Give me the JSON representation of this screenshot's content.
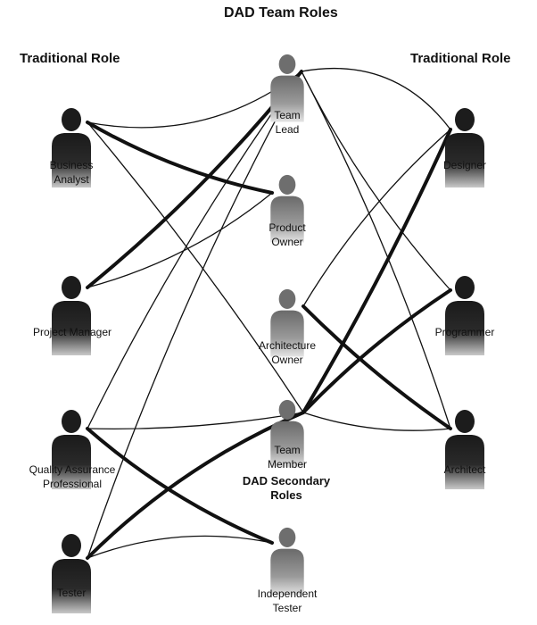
{
  "title": "DAD Team Roles",
  "headings": {
    "left": "Traditional Role",
    "right": "Traditional Role",
    "secondary": [
      "DAD Secondary",
      "Roles"
    ]
  },
  "colors": {
    "background": "#ffffff",
    "line": "#111111",
    "traditional_figure_dark": "#1a1a1a",
    "traditional_figure_light": "#c8c8c8",
    "dad_figure_dark": "#5a5a5a",
    "dad_figure_light": "#dddddd"
  },
  "roles": {
    "business_analyst": {
      "lines": [
        "Business",
        "Analyst"
      ],
      "figure": "person-icon",
      "kind": "traditional"
    },
    "project_manager": {
      "lines": [
        "Project Manager"
      ],
      "figure": "person-icon",
      "kind": "traditional"
    },
    "qa_professional": {
      "lines": [
        "Quality Assurance",
        "Professional"
      ],
      "figure": "person-icon",
      "kind": "traditional"
    },
    "tester": {
      "lines": [
        "Tester"
      ],
      "figure": "person-icon",
      "kind": "traditional"
    },
    "designer": {
      "lines": [
        "Designer"
      ],
      "figure": "person-icon",
      "kind": "traditional"
    },
    "programmer": {
      "lines": [
        "Programmer"
      ],
      "figure": "person-icon",
      "kind": "traditional"
    },
    "architect": {
      "lines": [
        "Architect"
      ],
      "figure": "person-icon",
      "kind": "traditional"
    },
    "team_lead": {
      "lines": [
        "Team",
        "Lead"
      ],
      "figure": "person-icon",
      "kind": "dad"
    },
    "product_owner": {
      "lines": [
        "Product",
        "Owner"
      ],
      "figure": "person-icon",
      "kind": "dad"
    },
    "architecture_owner": {
      "lines": [
        "Architecture",
        "Owner"
      ],
      "figure": "person-icon",
      "kind": "dad"
    },
    "team_member": {
      "lines": [
        "Team",
        "Member"
      ],
      "figure": "person-icon",
      "kind": "dad"
    },
    "independent_tester": {
      "lines": [
        "Independent",
        "Tester"
      ],
      "figure": "person-icon",
      "kind": "dad"
    }
  },
  "connections": [
    {
      "from": "team_lead",
      "to": "business_analyst",
      "weight": "thin"
    },
    {
      "from": "team_lead",
      "to": "project_manager",
      "weight": "thick"
    },
    {
      "from": "team_lead",
      "to": "qa_professional",
      "weight": "thin"
    },
    {
      "from": "team_lead",
      "to": "tester",
      "weight": "thin"
    },
    {
      "from": "team_lead",
      "to": "designer",
      "weight": "thin"
    },
    {
      "from": "team_lead",
      "to": "programmer",
      "weight": "thin"
    },
    {
      "from": "team_lead",
      "to": "architect",
      "weight": "thin"
    },
    {
      "from": "product_owner",
      "to": "business_analyst",
      "weight": "thick"
    },
    {
      "from": "product_owner",
      "to": "project_manager",
      "weight": "thin"
    },
    {
      "from": "architecture_owner",
      "to": "designer",
      "weight": "thin"
    },
    {
      "from": "architecture_owner",
      "to": "architect",
      "weight": "thick"
    },
    {
      "from": "team_member",
      "to": "business_analyst",
      "weight": "thin"
    },
    {
      "from": "team_member",
      "to": "qa_professional",
      "weight": "thin"
    },
    {
      "from": "team_member",
      "to": "tester",
      "weight": "thick"
    },
    {
      "from": "team_member",
      "to": "designer",
      "weight": "thick"
    },
    {
      "from": "team_member",
      "to": "programmer",
      "weight": "thick"
    },
    {
      "from": "team_member",
      "to": "architect",
      "weight": "thin"
    },
    {
      "from": "independent_tester",
      "to": "qa_professional",
      "weight": "thick"
    },
    {
      "from": "independent_tester",
      "to": "tester",
      "weight": "thin"
    }
  ]
}
